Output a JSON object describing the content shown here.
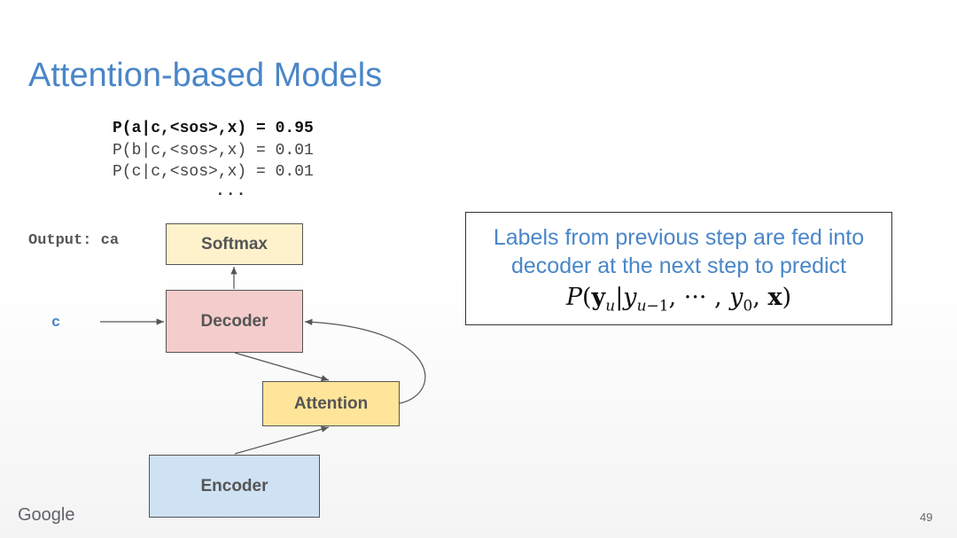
{
  "title": "Attention-based Models",
  "probabilities": [
    {
      "text": "P(a|c,<sos>,x) = 0.95",
      "highlighted": true
    },
    {
      "text": "P(b|c,<sos>,x) = 0.01",
      "highlighted": false
    },
    {
      "text": "P(c|c,<sos>,x) = 0.01",
      "highlighted": false
    }
  ],
  "ellipsis": "...",
  "output_label": "Output: ca",
  "input_label": "c",
  "boxes": {
    "softmax": "Softmax",
    "decoder": "Decoder",
    "attention": "Attention",
    "encoder": "Encoder"
  },
  "note": {
    "line1": "Labels from previous step are fed into",
    "line2": "decoder at the next step to predict",
    "formula": "P(y_u | y_{u-1}, ··· , y_0, x)"
  },
  "footer": {
    "logo": "Google",
    "page_number": "49"
  },
  "colors": {
    "title": "#4a86c8",
    "softmax": "#fef2cc",
    "decoder": "#f4cccc",
    "attention": "#fee59a",
    "encoder": "#cfe2f3"
  }
}
